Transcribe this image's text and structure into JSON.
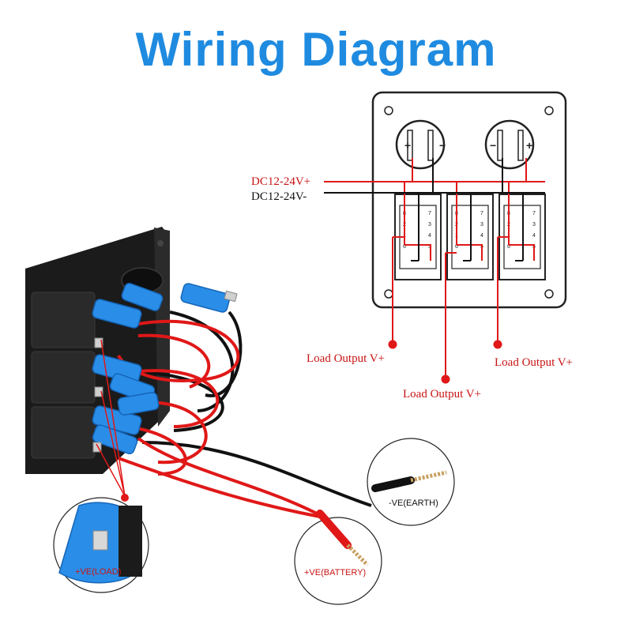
{
  "title": "Wiring Diagram",
  "labels": {
    "dc_positive": "DC12-24V+",
    "dc_negative": "DC12-24V-",
    "load_output_1": "Load Output V+",
    "load_output_2": "Load Output V+",
    "load_output_3": "Load Output V+",
    "ve_earth": "-VE(EARTH)",
    "ve_battery": "+VE(BATTERY)",
    "ve_load": "+VE(LOAD)"
  },
  "socket_symbols": {
    "left": [
      "+",
      "−"
    ],
    "right": [
      "−",
      "+"
    ]
  },
  "switch_pins": [
    "8",
    "7",
    "2",
    "3",
    "1",
    "4",
    "6",
    "5"
  ],
  "colors": {
    "title": "#1f8be0",
    "positive_wire": "#e01818",
    "negative_wire": "#111111",
    "label_red": "#c81414",
    "terminal_blue": "#2a8ee8"
  }
}
